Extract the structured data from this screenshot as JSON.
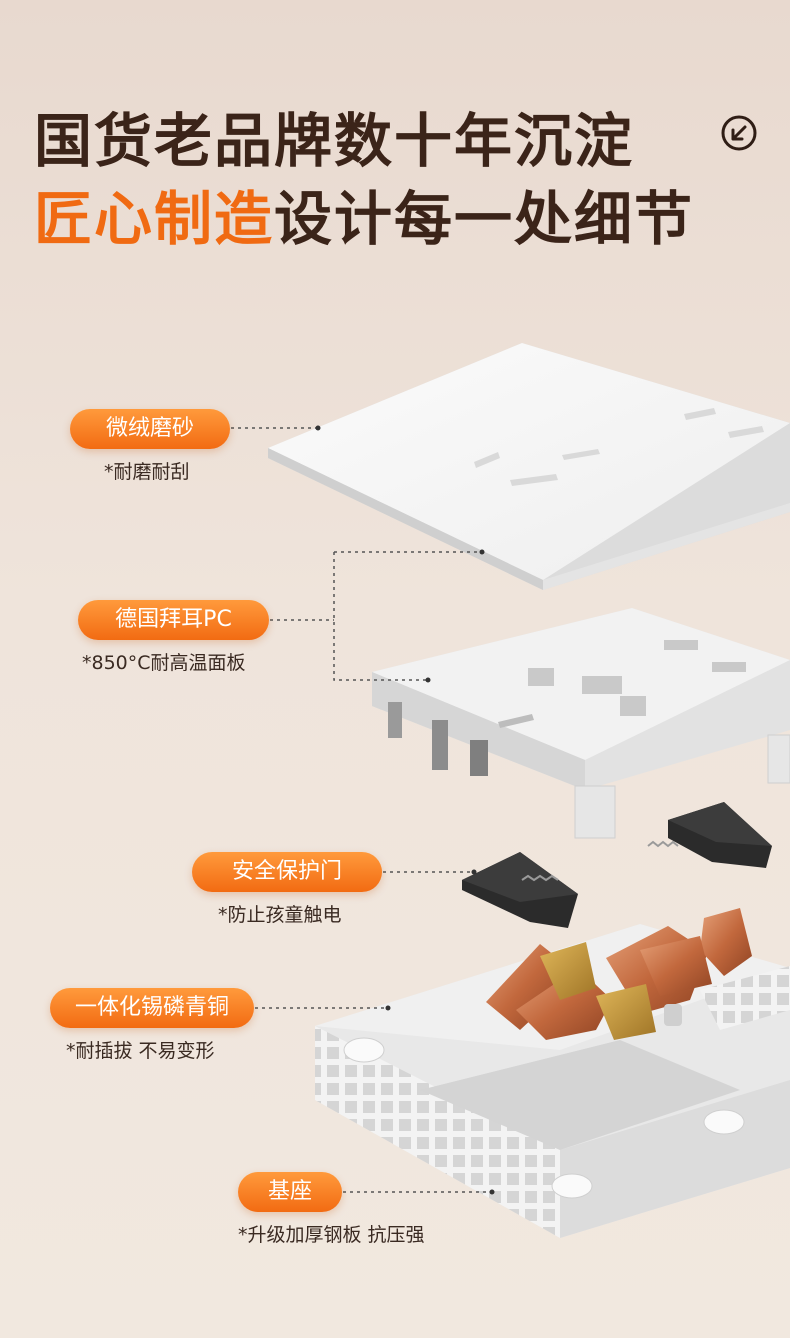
{
  "headline": {
    "line1": "国货老品牌数十年沉淀",
    "line2_accent": "匠心制造",
    "line2_rest": "设计每一处细节",
    "corner_icon": "arrow-down-left-circle-icon"
  },
  "colors": {
    "accent": "#f06a12",
    "pill_top": "#ff9a3c",
    "pill_bottom": "#f26b12",
    "headline_text": "#3b2419",
    "background": "#ece0d7",
    "copper": "#c8734a"
  },
  "callouts": [
    {
      "label": "微绒磨砂",
      "note": "*耐磨耐刮"
    },
    {
      "label": "德国拜耳PC",
      "note": "*850°C耐高温面板"
    },
    {
      "label": "安全保护门",
      "note": "*防止孩童触电"
    },
    {
      "label": "一体化锡磷青铜",
      "note": "*耐插拔 不易变形"
    },
    {
      "label": "基座",
      "note": "*升级加厚钢板 抗压强"
    }
  ]
}
